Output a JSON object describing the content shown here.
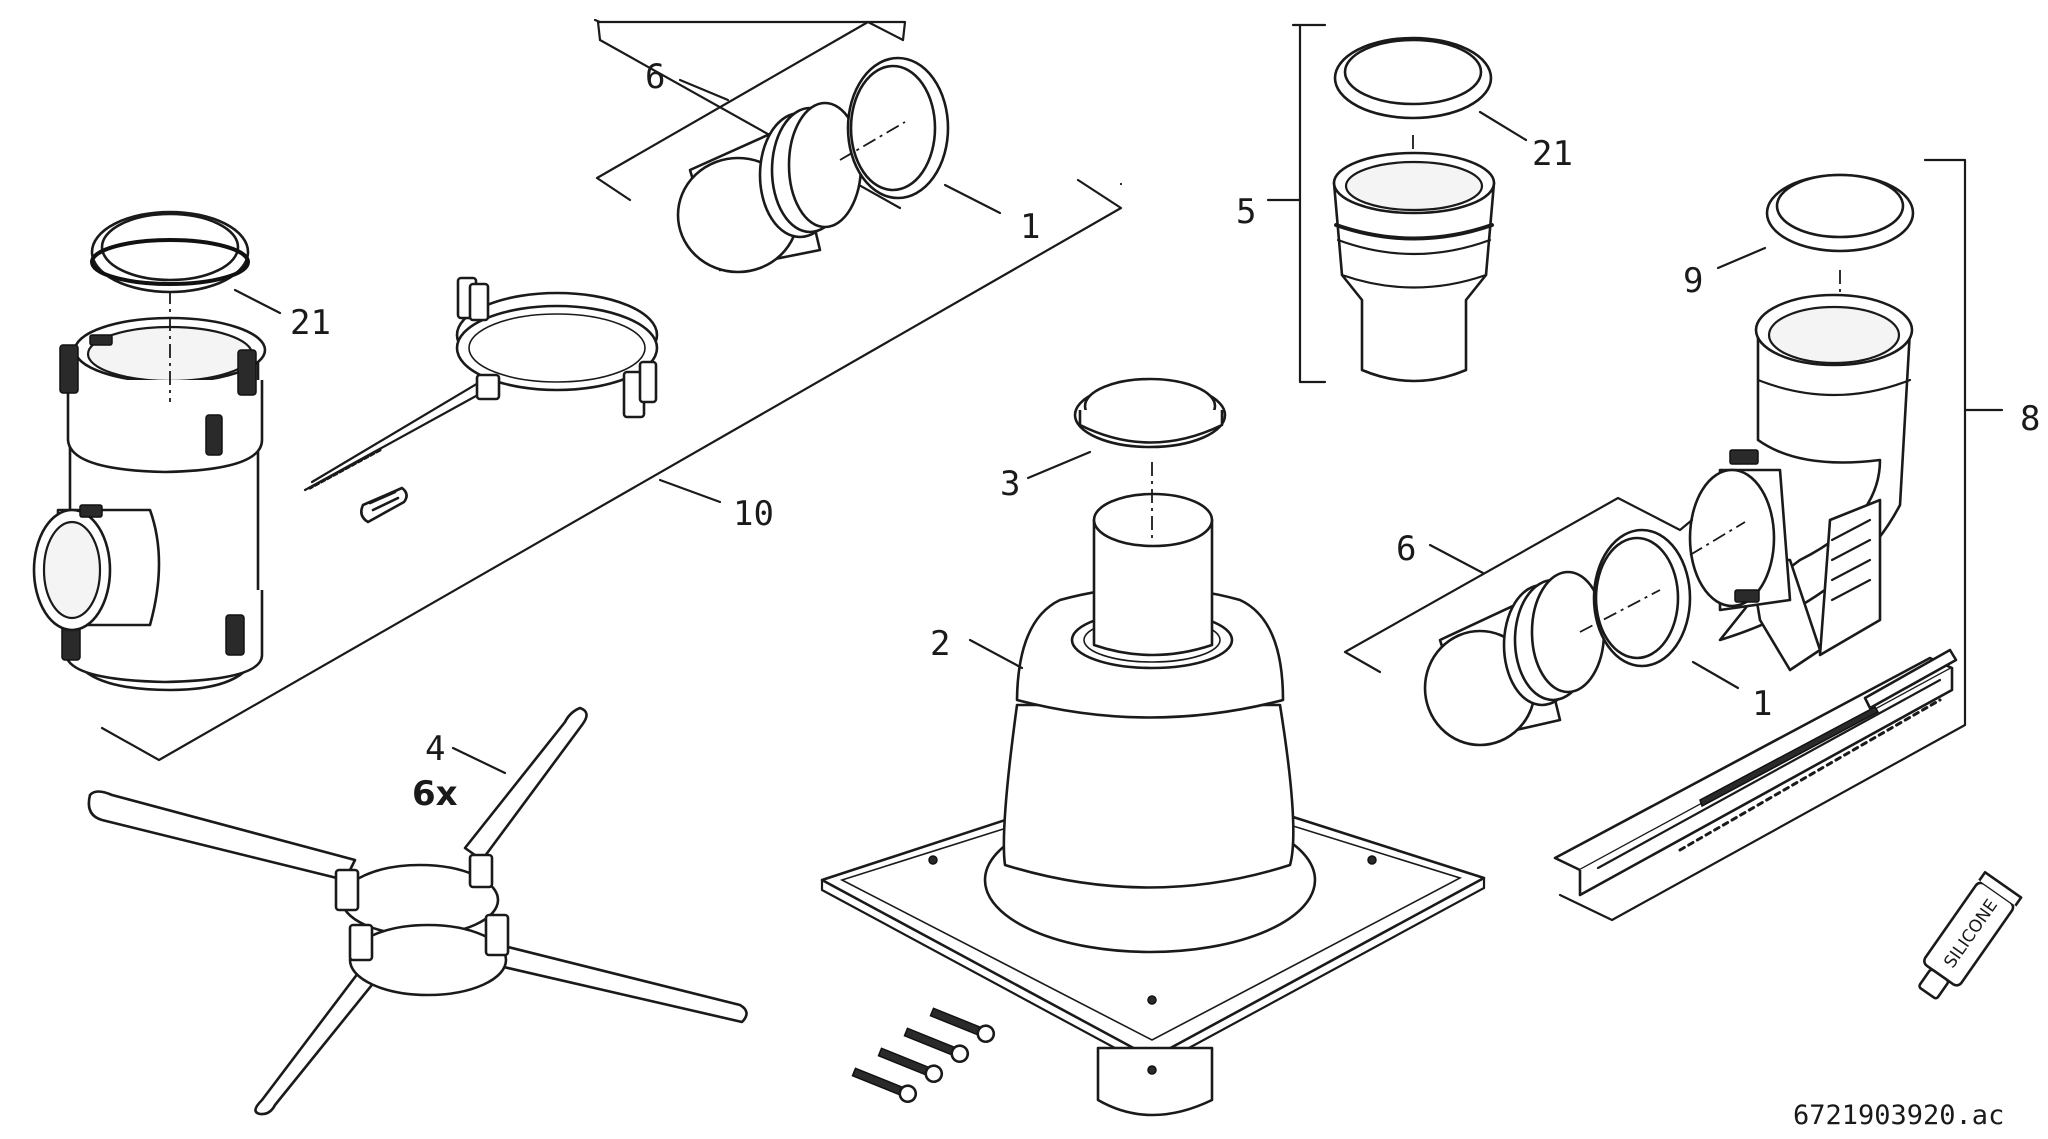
{
  "labels": {
    "l6a": "6",
    "l1a": "1",
    "l21a": "21",
    "l10": "10",
    "l4": "4",
    "qty4": "6x",
    "l21b": "21",
    "l5": "5",
    "l9": "9",
    "l8": "8",
    "l3": "3",
    "l2": "2",
    "l6b": "6",
    "l1b": "1"
  },
  "tube_text": "SILICONE",
  "reference": "6721903920.ac"
}
